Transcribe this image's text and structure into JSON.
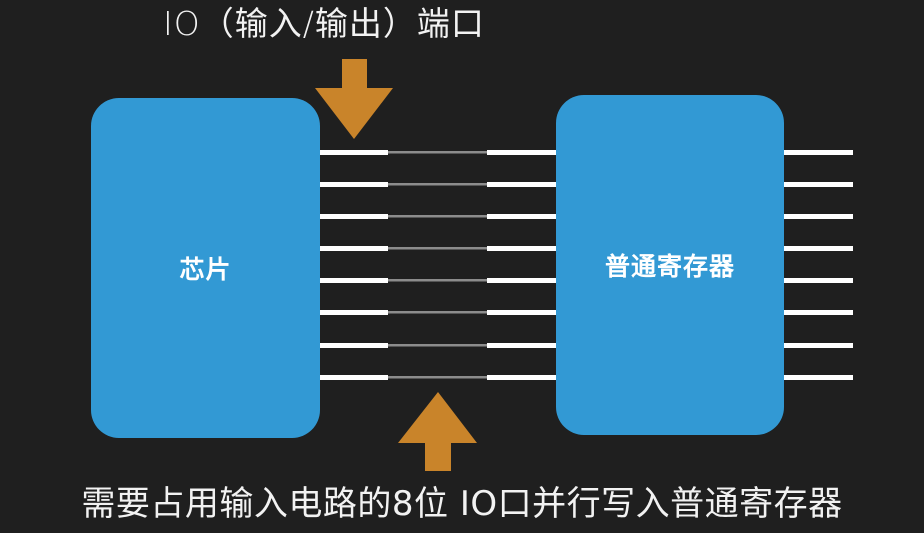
{
  "title": "IO（输入/输出）端口",
  "chip": {
    "label": "芯片"
  },
  "register": {
    "label": "普通寄存器"
  },
  "caption": "需要占用输入电路的8位 IO口并行写入普通寄存器",
  "bus": {
    "bit_count": 8
  },
  "arrows": [
    {
      "direction": "down",
      "meaning": "io-port-indicator"
    },
    {
      "direction": "up",
      "meaning": "io-port-indicator"
    }
  ],
  "colors": {
    "background": "#1f1f1f",
    "box": "#3299d4",
    "arrow": "#c9842a",
    "wire": "#ffffff",
    "wire_middle": "#8c8c8c",
    "text": "#f2f2f2"
  }
}
